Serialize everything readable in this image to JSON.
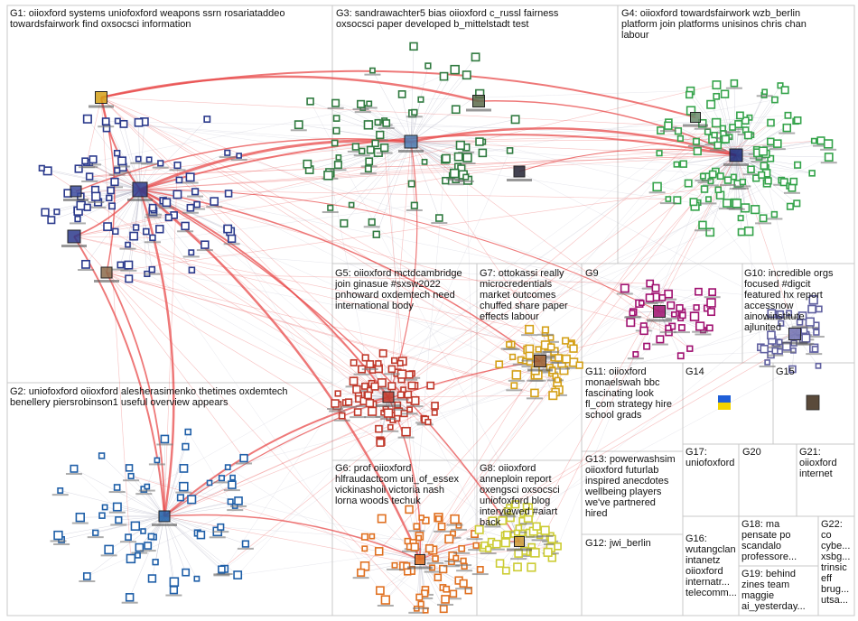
{
  "graph": {
    "edge_color": "#e84b4b",
    "faint_edge_color": "#b8b8c8",
    "box_border_color": "#c8c8c8",
    "group_colors": {
      "G1": "#2b3a8c",
      "G2": "#1f5fa8",
      "G3": "#2f7a3f",
      "G4": "#34a34a",
      "G5": "#c0392b",
      "G6": "#e07020",
      "G7": "#d4a017",
      "G8": "#cccc33",
      "G9": "#a01070"
    }
  },
  "groups": [
    {
      "id": "G1",
      "label": "G1: oiioxford systems uniofoxford weapons ssrn rosariataddeo\ntowardsfairwork find oxsocsci information"
    },
    {
      "id": "G2",
      "label": "G2: uniofoxford oiioxford alesherasimenko thetimes oxdemtech\nbenellery piersrobinson1 useful overview appears"
    },
    {
      "id": "G3",
      "label": "G3: sandrawachter5 bias oiioxford c_russl fairness\noxsocsci paper developed b_mittelstadt test"
    },
    {
      "id": "G4",
      "label": "G4: oiioxford towardsfairwork wzb_berlin\nplatform join platforms unisinos chris chan\nlabour"
    },
    {
      "id": "G5",
      "label": "G5: oiioxford mctdcambridge\njoin ginasue #sxsw2022\npnhoward oxdemtech need\ninternational body"
    },
    {
      "id": "G6",
      "label": "G6: prof oiioxford\nhlfraudactcom uni_of_essex\nvickinashoii victoria nash\nlorna woods techuk"
    },
    {
      "id": "G7",
      "label": "G7: ottokassi really\nmicrocredentials\nmarket outcomes\nchuffed share paper\neffects labour"
    },
    {
      "id": "G8",
      "label": "G8: oiioxford\nanneploin report\noxengsci oxsocsci\nuniofoxford blog\ninterviewed #aiart\nback"
    },
    {
      "id": "G9",
      "label": "G9"
    },
    {
      "id": "G10",
      "label": "G10: incredible orgs\nfocused #digcit\nfeatured hx report\naccessnow\nainowinstitute\najlunited"
    },
    {
      "id": "G11",
      "label": "G11: oiioxford\nmonaelswah bbc\nfascinating look\nfl_com strategy hire\nschool grads"
    },
    {
      "id": "G12",
      "label": "G12: jwi_berlin"
    },
    {
      "id": "G13",
      "label": "G13: powerwashsim\noiioxford futurlab\ninspired anecdotes\nwellbeing players\nwe've partnered\nhired"
    },
    {
      "id": "G14",
      "label": "G14"
    },
    {
      "id": "G15",
      "label": "G15"
    },
    {
      "id": "G16",
      "label": "G16:\nwutangclan\nintanetz\noiioxford\ninternatr...\ntelecomm..."
    },
    {
      "id": "G17",
      "label": "G17:\nuniofoxford"
    },
    {
      "id": "G18",
      "label": "G18: ma\npensate po\nscandalo\nprofessore..."
    },
    {
      "id": "G19",
      "label": "G19: behind\nzines team\nmaggie\nai_yesterday..."
    },
    {
      "id": "G20",
      "label": "G20"
    },
    {
      "id": "G21",
      "label": "G21:\noiioxford\ninternet"
    },
    {
      "id": "G22",
      "label": "G22:\nco\ncybe...\nxsbg...\ntrinsic\neff\nbrug...\nutsa..."
    }
  ]
}
